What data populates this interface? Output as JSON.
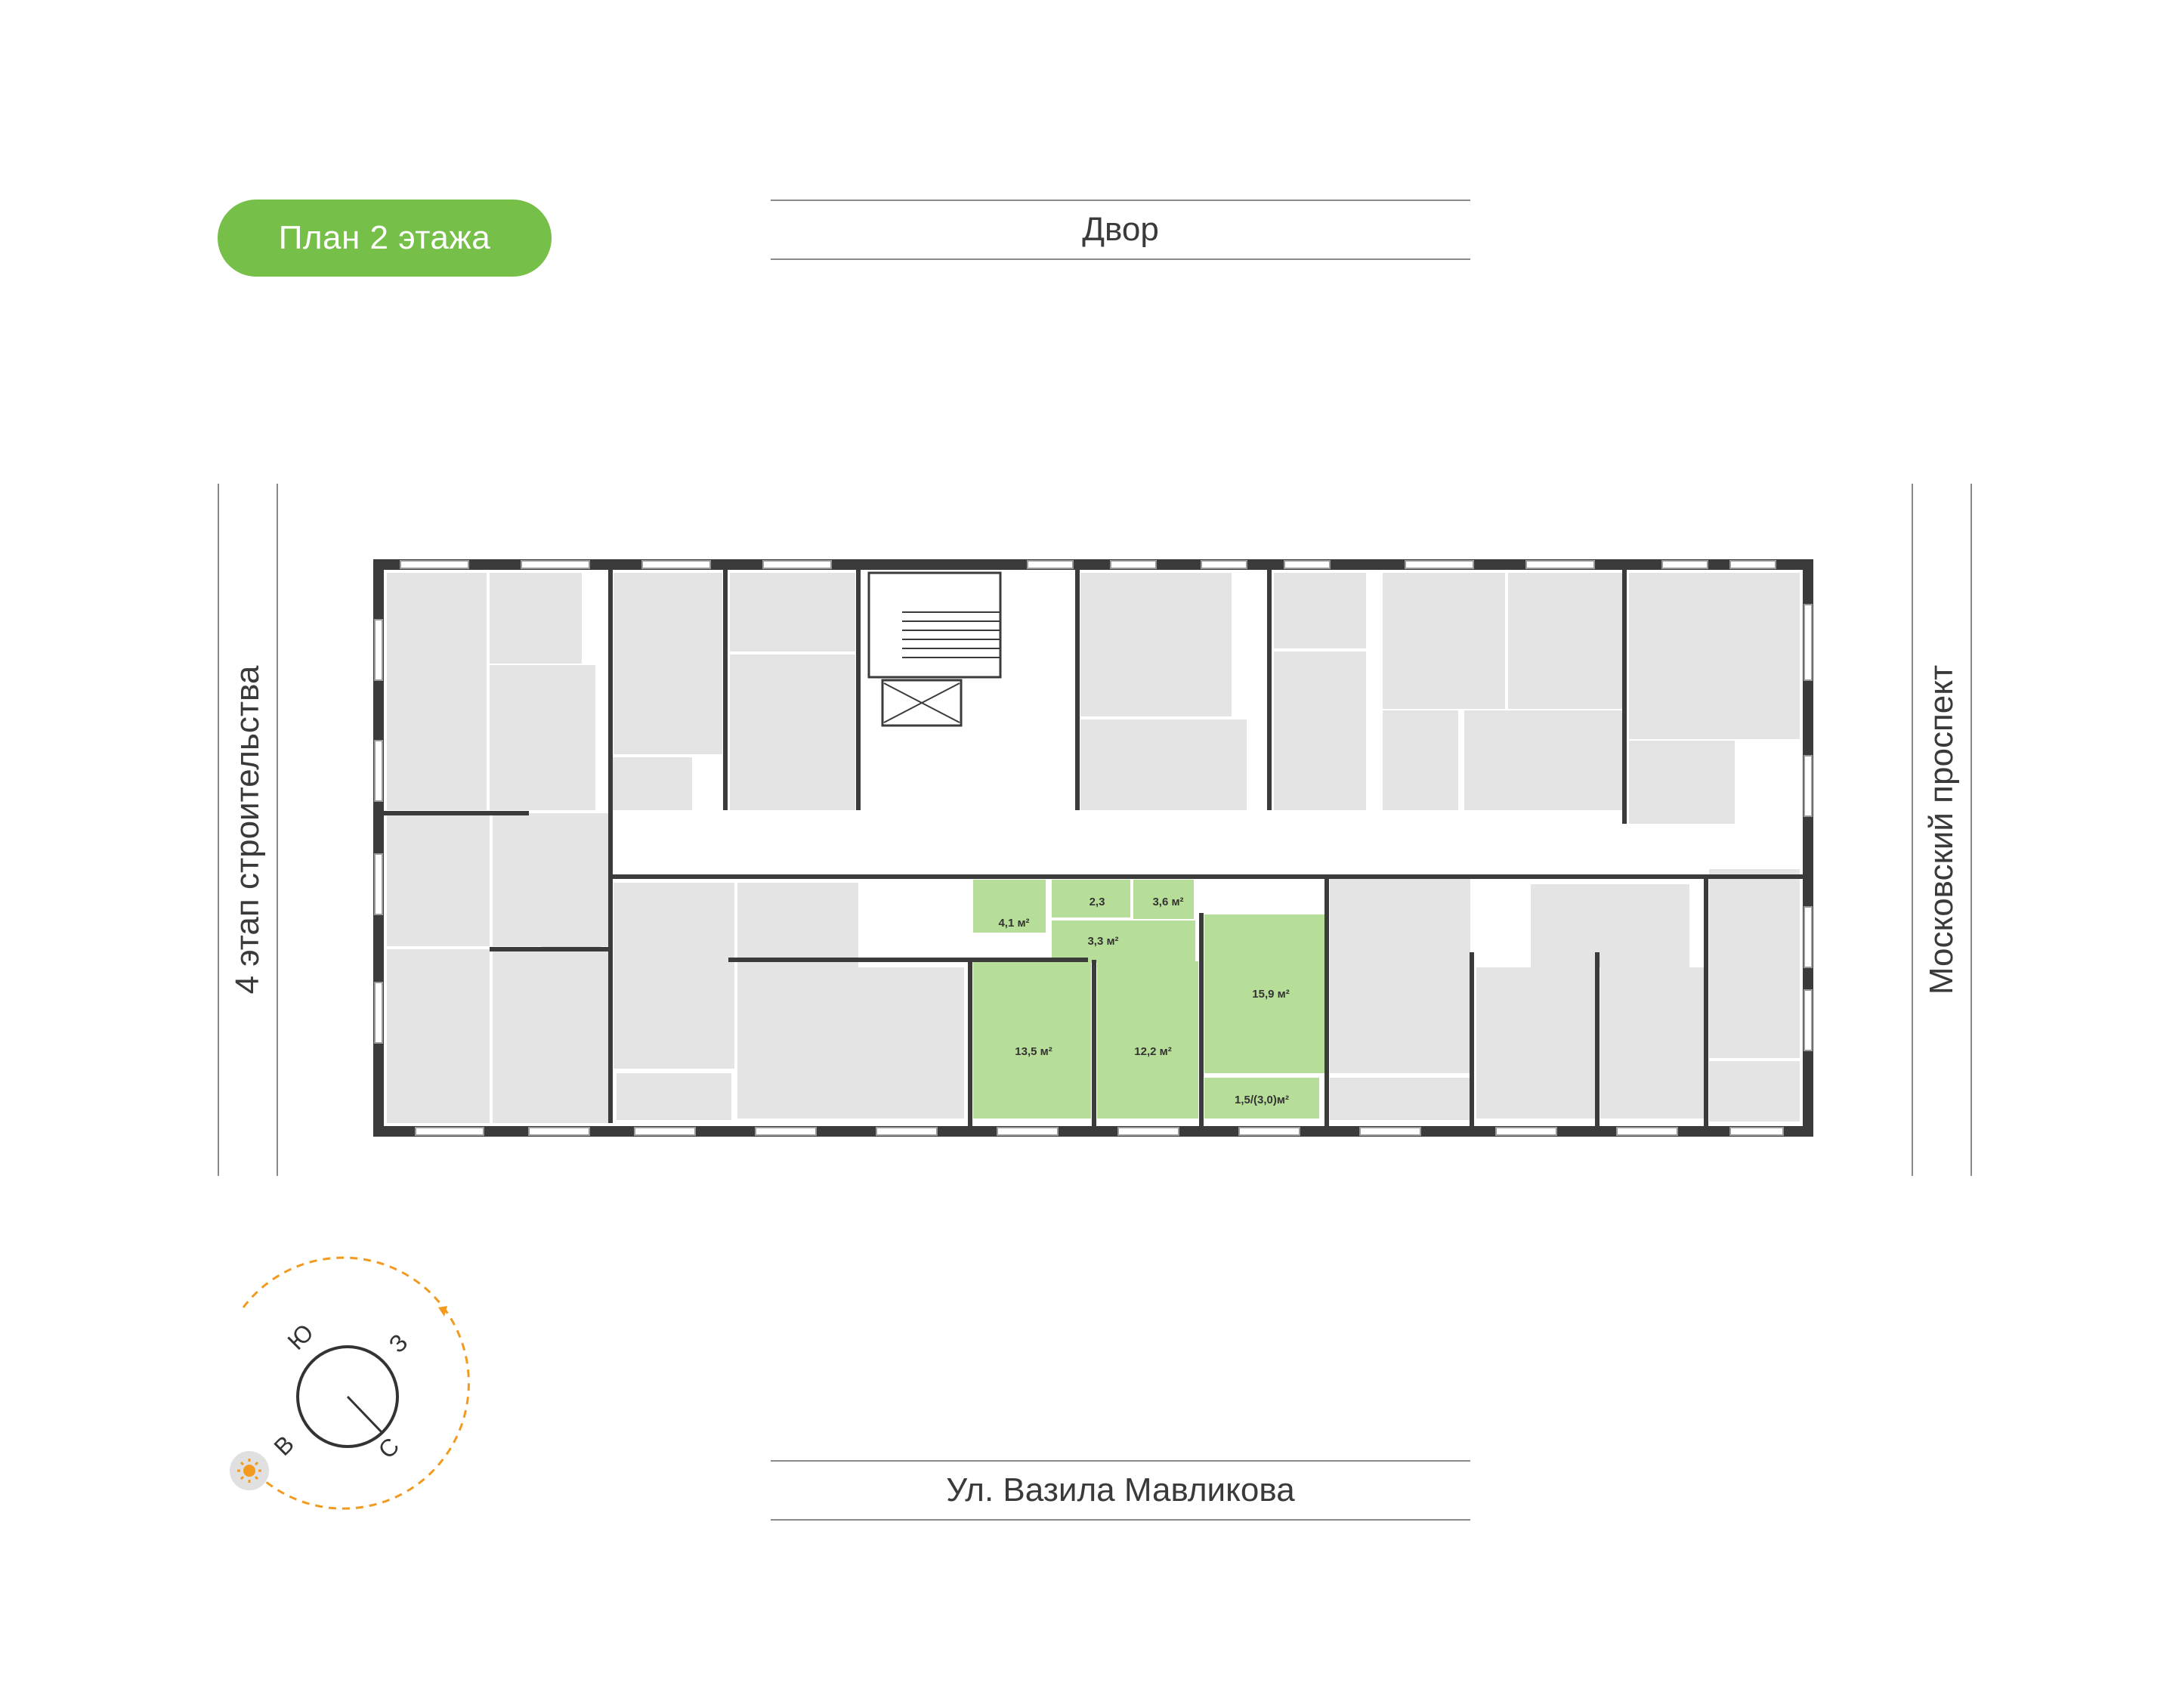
{
  "plan_title": "План 2 этажа",
  "streets": {
    "top": "Двор",
    "bottom": "Ул. Вазила Мавликова",
    "left": "4 этап строительства",
    "right": "Московский проспект"
  },
  "compass": {
    "letters": {
      "north": "С",
      "south": "Ю",
      "east": "В",
      "west": "З"
    },
    "sun_icon": "sun-icon"
  },
  "highlighted_apartment": {
    "rooms": [
      {
        "id": "room-4-1",
        "area": "4,1 м²"
      },
      {
        "id": "room-2-3",
        "area": "2,3"
      },
      {
        "id": "room-3-6",
        "area": "3,6 м²"
      },
      {
        "id": "room-3-3",
        "area": "3,3 м²"
      },
      {
        "id": "room-15-9",
        "area": "15,9 м²"
      },
      {
        "id": "room-13-5",
        "area": "13,5 м²"
      },
      {
        "id": "room-12-2",
        "area": "12,2 м²"
      },
      {
        "id": "room-balcony",
        "area": "1,5/(3,0)м²"
      }
    ]
  },
  "colors": {
    "accent": "#76bf49",
    "highlight_fill": "#b7de98",
    "room_fill": "#e4e4e4",
    "wall": "#3b3b3b",
    "compass_path": "#f29a1f"
  }
}
